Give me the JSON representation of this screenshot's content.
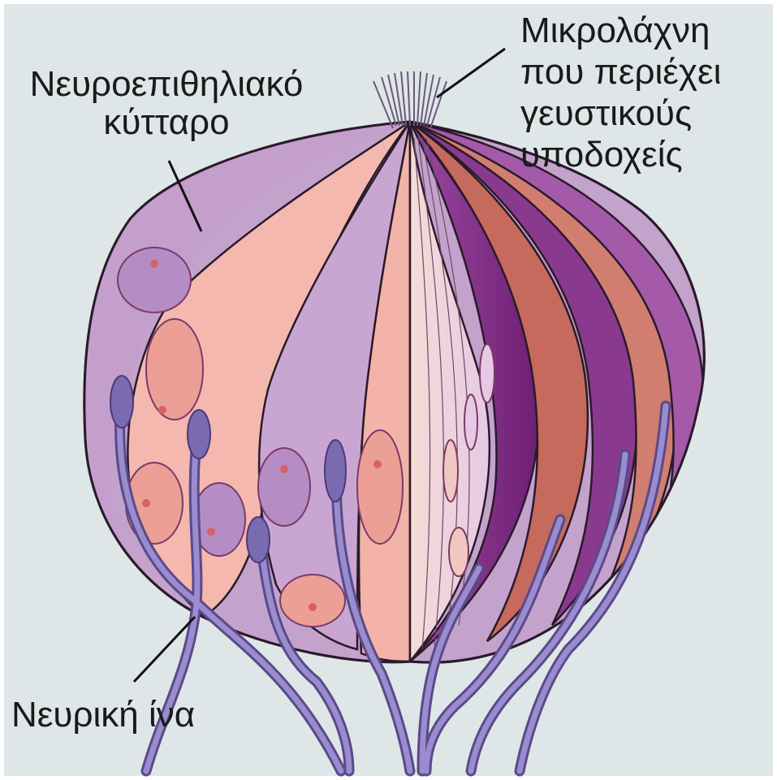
{
  "labels": {
    "receptor_cell": [
      "Νευροεπιθηλιακό",
      "κύτταρο"
    ],
    "microvilli": [
      "Μικρολάχνη",
      "που περιέχει",
      "γευστικούς",
      "υποδοχείς"
    ],
    "nerve_fiber": [
      "Νευρική ίνα"
    ]
  },
  "colors": {
    "background": "#dfe6e8",
    "purple_light": "#c3a3cb",
    "purple_mid": "#b48cc0",
    "purple_dark": "#8a3a8e",
    "pink_light": "#f4b8ae",
    "pink_mid": "#ec9f94",
    "salmon_dark": "#c56a5d",
    "nerve": "#8a7ab8",
    "outline": "#2a1a2a"
  }
}
